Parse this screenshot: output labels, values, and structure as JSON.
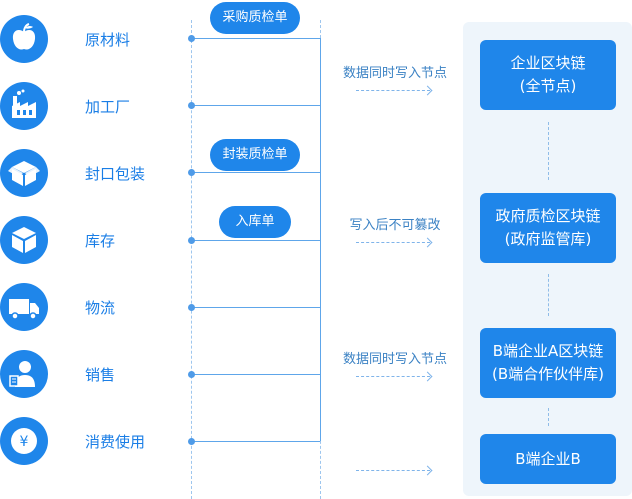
{
  "stages": [
    {
      "label": "原材料",
      "icon": "apple-icon"
    },
    {
      "label": "加工厂",
      "icon": "factory-icon"
    },
    {
      "label": "封口包装",
      "icon": "package-box-icon"
    },
    {
      "label": "库存",
      "icon": "cube-icon"
    },
    {
      "label": "物流",
      "icon": "truck-icon"
    },
    {
      "label": "销售",
      "icon": "salesperson-icon"
    },
    {
      "label": "消费使用",
      "icon": "yen-coin-icon"
    }
  ],
  "documents": [
    {
      "label": "采购质检单"
    },
    {
      "label": "封装质检单"
    },
    {
      "label": "入库单"
    }
  ],
  "arrow_notes": [
    {
      "label": "数据同时写入节点"
    },
    {
      "label": "写入后不可篡改"
    },
    {
      "label": "数据同时写入节点"
    }
  ],
  "chains": [
    {
      "line1": "企业区块链",
      "line2": "(全节点)"
    },
    {
      "line1": "政府质检区块链",
      "line2": "(政府监管库)"
    },
    {
      "line1": "B端企业A区块链",
      "line2": "(B端合作伙伴库)"
    },
    {
      "line1": "B端企业B",
      "line2": ""
    }
  ],
  "colors": {
    "accent": "#1f86ea",
    "panel": "#eef5fb",
    "line": "#5ea6ea"
  }
}
